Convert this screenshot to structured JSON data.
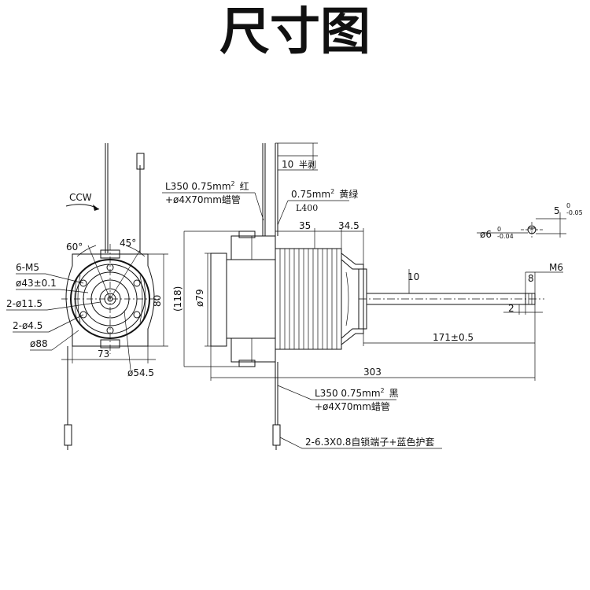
{
  "title": "尺寸图",
  "front_view": {
    "rotation": "CCW",
    "angle_60": "60°",
    "angle_45": "45°",
    "holes_m5": "6-M5",
    "pcd_43": "ø43±0.1",
    "holes_11_5": "2-ø11.5",
    "holes_4_5": "2-ø4.5",
    "dia_88": "ø88",
    "width_73": "73",
    "height_80": "80",
    "dia_54_5": "ø54.5"
  },
  "side_view": {
    "strip_10": "10",
    "strip_label": "半剥",
    "lead_red_len": "L350  0.75mm",
    "lead_red_sup": "2",
    "lead_red_color": "红",
    "lead_red_sleeve": "+ø4X70mm蜡管",
    "lead_yg": "0.75mm",
    "lead_yg_sup": "2",
    "lead_yg_color": "黄绿",
    "lead_yg_len": "L400",
    "dim_35": "35",
    "dim_34_5": "34.5",
    "dim_118": "(118)",
    "dim_79": "ø79",
    "dim_10": "10",
    "dim_171": "171±0.5",
    "dim_303": "303",
    "lead_black_len": "L350  0.75mm",
    "lead_black_sup": "2",
    "lead_black_color": "黑",
    "lead_black_sleeve": "+ø4X70mm蜡管",
    "terminal": "2-6.3X0.8自锁端子+蓝色护套"
  },
  "shaft_detail": {
    "flat_5": "5",
    "flat_tol_upper": "0",
    "flat_tol_lower": "-0.05",
    "dia_6": "ø6",
    "dia_tol_upper": "0",
    "dia_tol_lower": "-0.04",
    "thread": "M6",
    "thread_len": "8",
    "chamfer": "2"
  }
}
